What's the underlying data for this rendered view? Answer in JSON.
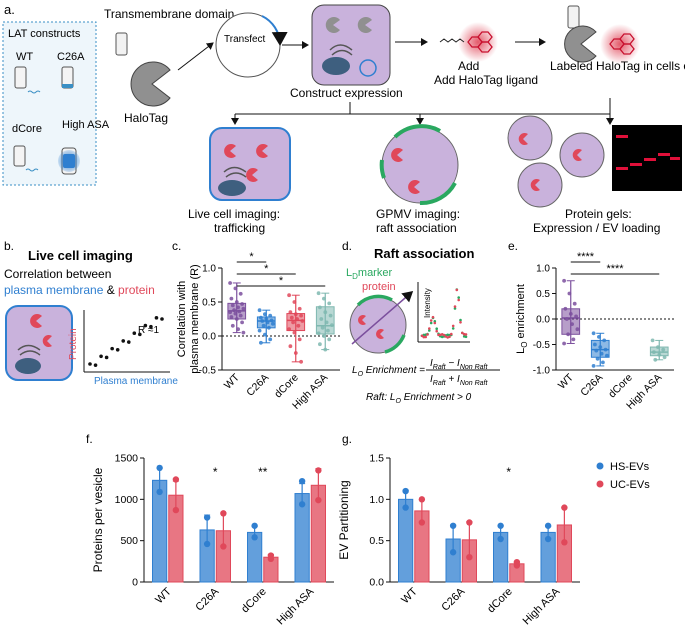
{
  "colors": {
    "wt": "#7b4f9d",
    "c26a": "#2f7fd0",
    "dcore": "#e0485a",
    "highasa": "#7fb8b0",
    "hs": "#2f7fd0",
    "uc": "#e0485a",
    "cell": "#c9b2dc",
    "halo": "#888888",
    "ligand": "#e0485a",
    "raft": "#2aa860"
  },
  "panel_a": {
    "letter": "a.",
    "constructs_title": "LAT constructs",
    "constructs": [
      "WT",
      "C26A",
      "dCore",
      "High ASA"
    ],
    "transmembrane_label": "Transmembrane domain",
    "halotag_label": "HaloTag",
    "transfect_label": "Transfect",
    "construct_expression_label": "Construct expression",
    "add_ligand_label": "Add HaloTag ligand",
    "labeled_label": "Labeled HaloTag in cells or EVs",
    "live_cell_label": "Live cell imaging: trafficking",
    "gpmv_label": "GPMV imaging: raft association",
    "gels_label": "Protein gels: Expression / EV loading"
  },
  "panel_b": {
    "letter": "b.",
    "title": "Live cell imaging",
    "line1": "Correlation between",
    "pm": "plasma membrane",
    "amp": " & ",
    "protein": "protein",
    "ylabel": "Protein",
    "xlabel": "Plasma membrane",
    "r_label": "R ≈1"
  },
  "panel_c": {
    "letter": "c."
  },
  "panel_d": {
    "letter": "d.",
    "title": "Raft association",
    "marker": "marker",
    "protein": "protein",
    "intensity": "Intensity",
    "formula_lhs": "Enrichment =",
    "formula_num": "I",
    "raft_sub": "Raft",
    "nonraft_sub": "Non Raft",
    "raft_line": ": L",
    "raft_line_post": " Enrichment > 0"
  },
  "panel_e": {
    "letter": "e."
  },
  "panel_f": {
    "letter": "f."
  },
  "panel_g": {
    "letter": "g."
  },
  "chart_data": [
    {
      "id": "c",
      "type": "box",
      "ylabel": "Correlation with plasma membrane (R)",
      "categories": [
        "WT",
        "C26A",
        "dCore",
        "High ASA"
      ],
      "ylim": [
        -0.5,
        1.0
      ],
      "yticks": [
        "-0.5",
        "0.0",
        "0.5",
        "1.0"
      ],
      "boxes": [
        {
          "min": 0.05,
          "q1": 0.25,
          "median": 0.37,
          "q3": 0.48,
          "max": 0.78
        },
        {
          "min": -0.1,
          "q1": 0.12,
          "median": 0.22,
          "q3": 0.28,
          "max": 0.38
        },
        {
          "min": -0.38,
          "q1": 0.08,
          "median": 0.23,
          "q3": 0.33,
          "max": 0.6
        },
        {
          "min": -0.2,
          "q1": 0.03,
          "median": 0.15,
          "q3": 0.43,
          "max": 0.63
        }
      ],
      "points": [
        [
          0.78,
          0.7,
          0.62,
          0.55,
          0.5,
          0.47,
          0.45,
          0.42,
          0.4,
          0.38,
          0.36,
          0.35,
          0.33,
          0.3,
          0.28,
          0.25,
          0.2,
          0.15,
          0.1,
          0.05
        ],
        [
          0.38,
          0.32,
          0.3,
          0.27,
          0.25,
          0.23,
          0.22,
          0.2,
          0.18,
          0.15,
          0.12,
          0.08,
          0.02,
          -0.05,
          -0.1
        ],
        [
          0.6,
          0.5,
          0.4,
          0.35,
          0.32,
          0.3,
          0.27,
          0.25,
          0.22,
          0.2,
          0.15,
          0.1,
          0.05,
          -0.05,
          -0.15,
          -0.25,
          -0.38
        ],
        [
          0.63,
          0.55,
          0.48,
          0.42,
          0.35,
          0.3,
          0.25,
          0.2,
          0.16,
          0.12,
          0.08,
          0.04,
          0.0,
          -0.05,
          -0.12,
          -0.2
        ]
      ],
      "significance": [
        {
          "from": 0,
          "to": 1,
          "label": "*"
        },
        {
          "from": 0,
          "to": 2,
          "label": "*"
        },
        {
          "from": 0,
          "to": 3,
          "label": "*"
        }
      ]
    },
    {
      "id": "e",
      "type": "box",
      "ylabel": "L",
      "ylabel_sub": "O",
      "ylabel_post": " enrichment",
      "categories": [
        "WT",
        "C26A",
        "dCore",
        "High ASA"
      ],
      "ylim": [
        -1.0,
        1.0
      ],
      "yticks": [
        "-1.0",
        "-0.5",
        "0.0",
        "0.5",
        "1.0"
      ],
      "boxes": [
        {
          "min": -0.48,
          "q1": -0.3,
          "median": 0.02,
          "q3": 0.2,
          "max": 0.75
        },
        {
          "min": -0.92,
          "q1": -0.75,
          "median": -0.6,
          "q3": -0.42,
          "max": -0.28
        },
        null,
        {
          "min": -0.8,
          "q1": -0.72,
          "median": -0.65,
          "q3": -0.55,
          "max": -0.42
        }
      ],
      "points": [
        [
          0.75,
          0.5,
          0.3,
          0.2,
          0.1,
          0.05,
          0.0,
          -0.1,
          -0.2,
          -0.3,
          -0.4,
          -0.48
        ],
        [
          -0.28,
          -0.35,
          -0.42,
          -0.5,
          -0.55,
          -0.6,
          -0.62,
          -0.68,
          -0.72,
          -0.78,
          -0.85,
          -0.92
        ],
        [],
        [
          -0.42,
          -0.55,
          -0.6,
          -0.65,
          -0.7,
          -0.75,
          -0.8
        ]
      ],
      "significance": [
        {
          "from": 0,
          "to": 1,
          "label": "****"
        },
        {
          "from": 0,
          "to": 3,
          "label": "****"
        }
      ]
    },
    {
      "id": "f",
      "type": "bar",
      "ylabel": "Proteins per vesicle",
      "categories": [
        "WT",
        "C26A",
        "dCore",
        "High ASA"
      ],
      "ylim": [
        0,
        1500
      ],
      "yticks": [
        "0",
        "500",
        "1000",
        "1500"
      ],
      "series": [
        {
          "name": "HS-EVs",
          "values": [
            1230,
            630,
            600,
            1070
          ],
          "err": [
            150,
            180,
            70,
            120
          ],
          "points": [
            [
              1380,
              1090
            ],
            [
              780,
              460
            ],
            [
              680,
              540
            ],
            [
              1220,
              940
            ]
          ]
        },
        {
          "name": "UC-EVs",
          "values": [
            1050,
            620,
            300,
            1170
          ],
          "err": [
            170,
            220,
            30,
            200
          ],
          "points": [
            [
              1240,
              870
            ],
            [
              830,
              430
            ],
            [
              320,
              280
            ],
            [
              1350,
              990
            ]
          ]
        }
      ],
      "significance": [
        {
          "category": 1,
          "label": "*"
        },
        {
          "category": 2,
          "label": "**"
        }
      ]
    },
    {
      "id": "g",
      "type": "bar",
      "ylabel": "EV Partitioning",
      "categories": [
        "WT",
        "C26A",
        "dCore",
        "High ASA"
      ],
      "ylim": [
        0,
        1.5
      ],
      "yticks": [
        "0.0",
        "0.5",
        "1.0",
        "1.5"
      ],
      "series": [
        {
          "name": "HS-EVs",
          "values": [
            1.0,
            0.52,
            0.6,
            0.6
          ],
          "err": [
            0.11,
            0.17,
            0.08,
            0.07
          ],
          "points": [
            [
              1.1,
              0.9
            ],
            [
              0.68,
              0.36
            ],
            [
              0.68,
              0.52
            ],
            [
              0.68,
              0.52
            ]
          ]
        },
        {
          "name": "UC-EVs",
          "values": [
            0.86,
            0.51,
            0.22,
            0.69
          ],
          "err": [
            0.14,
            0.22,
            0.02,
            0.21
          ],
          "points": [
            [
              1.0,
              0.72
            ],
            [
              0.72,
              0.3
            ],
            [
              0.24,
              0.2
            ],
            [
              0.9,
              0.48
            ]
          ]
        }
      ],
      "legend": [
        "HS-EVs",
        "UC-EVs"
      ],
      "legend_position": "top-right",
      "significance": [
        {
          "category": 2,
          "label": "*"
        }
      ]
    }
  ]
}
